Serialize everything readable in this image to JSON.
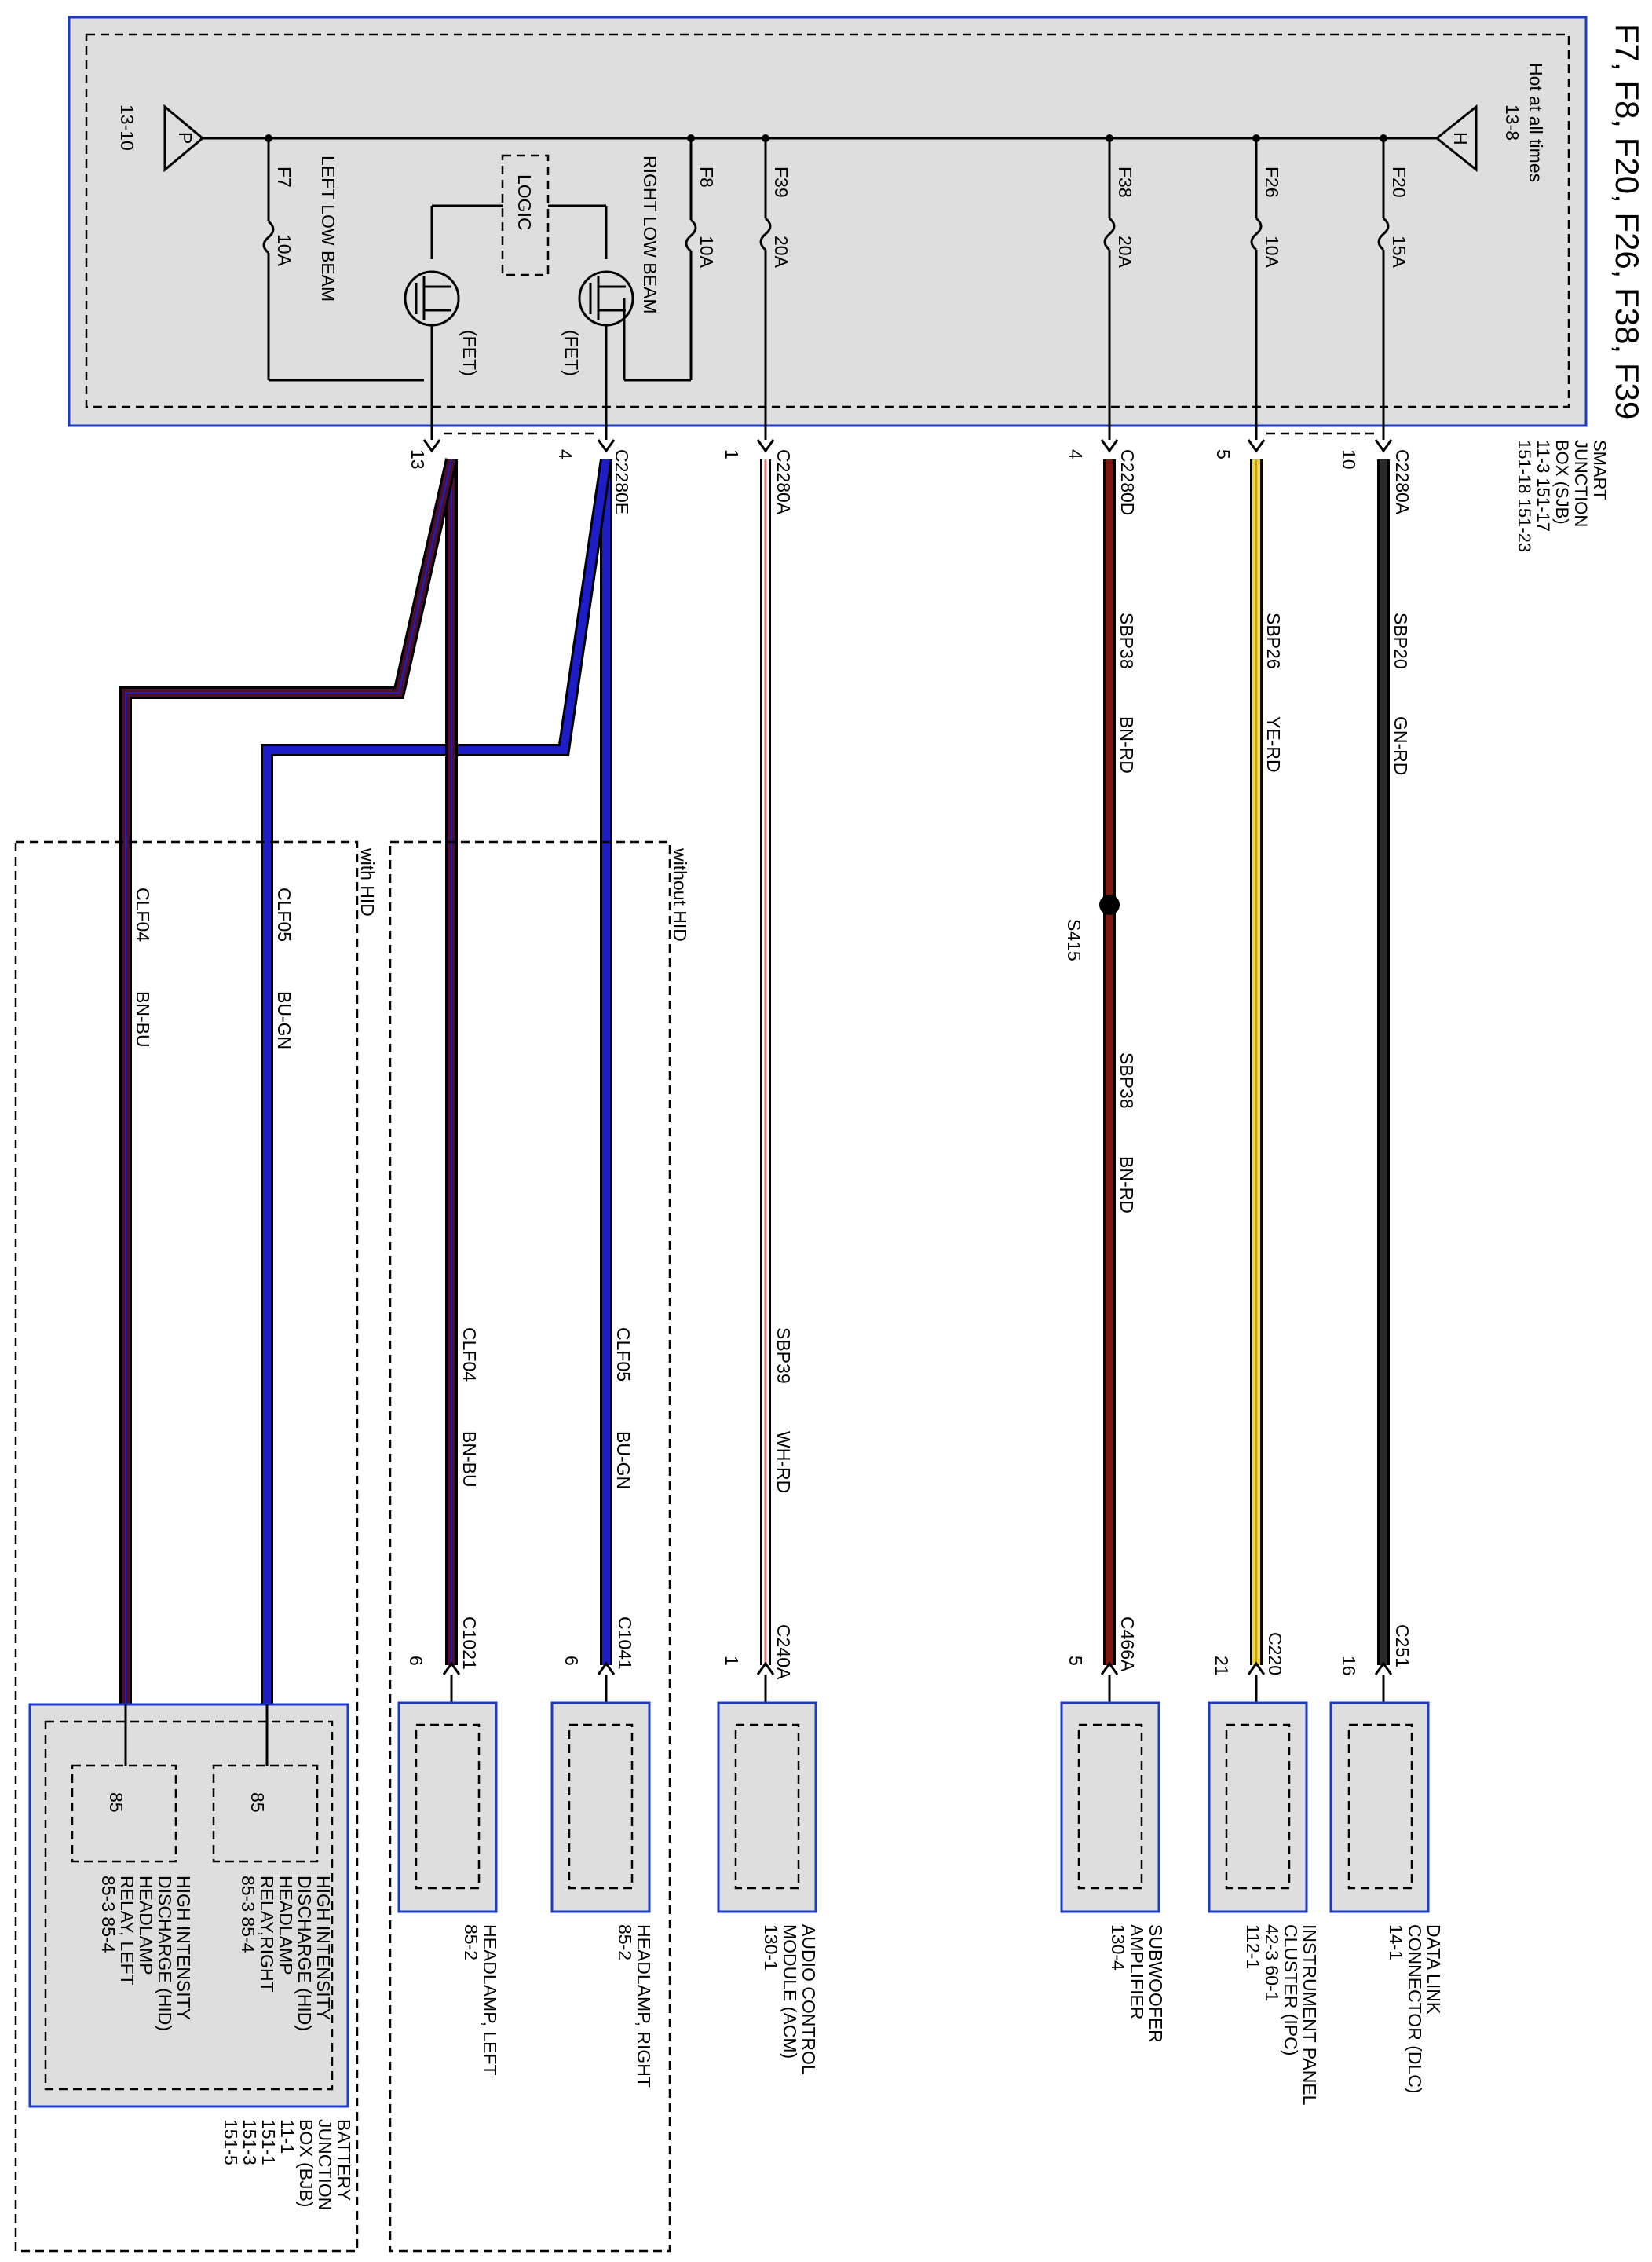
{
  "title": "F7, F8, F20, F26, F38, F39",
  "colors": {
    "box_fill": "#dedede",
    "box_border": "#1e3cc8",
    "wire_black": "#2a2a2a",
    "wire_brown_red": "#7a1a10",
    "wire_yellow": "#f0d83a",
    "wire_white_red": "#e07070",
    "wire_blue": "#1e1ec8",
    "wire_brown_blue": "#4a1030"
  },
  "sjb": {
    "hot_label": "Hot at all times",
    "left_ref": "13-10",
    "left_symbol": "P",
    "right_ref": "13-8",
    "right_symbol": "H",
    "logic": "LOGIC",
    "fet": "(FET)",
    "name_lines": [
      "SMART",
      "JUNCTION",
      "BOX (SJB)",
      "11-3    151-17",
      "151-18   151-23"
    ],
    "right_low_beam": "RIGHT LOW BEAM",
    "left_low_beam": "LEFT LOW BEAM",
    "fuses": [
      {
        "id": "F7",
        "rating": "10A"
      },
      {
        "id": "F8",
        "rating": "10A"
      },
      {
        "id": "F39",
        "rating": "20A"
      },
      {
        "id": "F38",
        "rating": "20A"
      },
      {
        "id": "F26",
        "rating": "10A"
      },
      {
        "id": "F20",
        "rating": "15A"
      }
    ]
  },
  "connectors_top": [
    {
      "name": "C2280E",
      "pin_left": "13",
      "pin_right": "4"
    },
    {
      "name": "C2280A",
      "pin": "1"
    },
    {
      "name": "C2280D",
      "pin": "4"
    },
    {
      "name": "C2280A",
      "pin": "10"
    },
    {
      "pin": "5"
    }
  ],
  "circuits": {
    "sbp20": {
      "circuit": "SBP20",
      "color": "GN-RD"
    },
    "sbp26": {
      "circuit": "SBP26",
      "color": "YE-RD"
    },
    "sbp38a": {
      "circuit": "SBP38",
      "color": "BN-RD"
    },
    "sbp38b": {
      "circuit": "SBP38",
      "color": "BN-RD"
    },
    "sbp39": {
      "circuit": "SBP39",
      "color": "WH-RD"
    },
    "clf05_without": {
      "circuit": "CLF05",
      "color": "BU-GN"
    },
    "clf04_without": {
      "circuit": "CLF04",
      "color": "BN-BU"
    },
    "clf05_with": {
      "circuit": "CLF05",
      "color": "BU-GN"
    },
    "clf04_with": {
      "circuit": "CLF04",
      "color": "BN-BU"
    }
  },
  "splice": "S415",
  "groups": {
    "without_hid": "without HID",
    "with_hid": "with HID"
  },
  "connectors_bottom": [
    {
      "name": "C251",
      "pin": "16"
    },
    {
      "name": "C220",
      "pin": "21"
    },
    {
      "name": "C466A",
      "pin": "5"
    },
    {
      "name": "C240A",
      "pin": "1"
    },
    {
      "name": "C1041",
      "pin": "6"
    },
    {
      "name": "C1021",
      "pin": "6"
    }
  ],
  "components": {
    "dlc": [
      "DATA LINK",
      "CONNECTOR (DLC)",
      "14-1"
    ],
    "ipc": [
      "INSTRUMENT PANEL",
      "CLUSTER (IPC)",
      "42-3    60-1",
      "112-1"
    ],
    "sub": [
      "SUBWOOFER",
      "AMPLIFIER",
      "130-4"
    ],
    "acm": [
      "AUDIO CONTROL",
      "MODULE (ACM)",
      "130-1"
    ],
    "hl_right": [
      "HEADLAMP, RIGHT",
      "85-2"
    ],
    "hl_left": [
      "HEADLAMP, LEFT",
      "85-2"
    ],
    "bjb": [
      "BATTERY",
      "JUNCTION",
      "BOX (BJB)",
      "11-1",
      "151-1",
      "151-3",
      "151-5"
    ],
    "relay_right": [
      "HIGH INTENSITY",
      "DISCHARGE (HID)",
      "HEADLAMP",
      "RELAY,RIGHT",
      "85-3    85-4"
    ],
    "relay_left": [
      "HIGH INTENSITY",
      "DISCHARGE (HID)",
      "HEADLAMP",
      "RELAY, LEFT",
      "85-3    85-4"
    ],
    "relay_pin": "85"
  }
}
